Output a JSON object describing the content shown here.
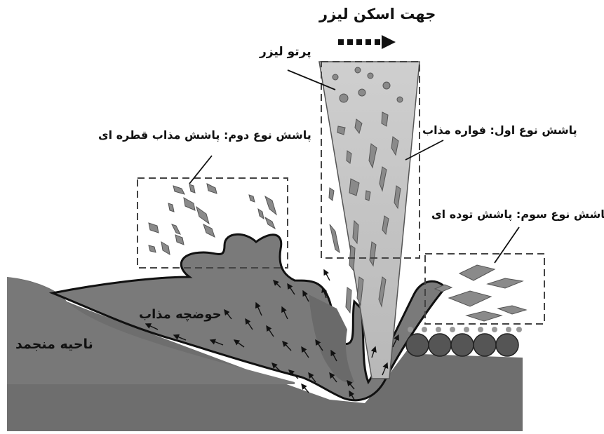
{
  "labels": {
    "scan_direction": "جهت اسکن لیزر",
    "laser_beam": "پرتو لیزر",
    "spatter_type1": "پاشش نوع اول: فواره مذاب",
    "spatter_type2": "پاشش نوع دوم: پاشش مذاب قطره ای",
    "spatter_type3": "پاشش نوع سوم: پاشش توده ای",
    "melt_pool": "حوضچه مذاب",
    "solid_region": "ناحیه منجمد"
  },
  "colors": {
    "substrate": "#6e6e6e",
    "melt": "#7a7a7a",
    "beam": "#c4c4c4",
    "droplet": "#8a8a8a",
    "powder": "#555555",
    "outline": "#111111"
  }
}
